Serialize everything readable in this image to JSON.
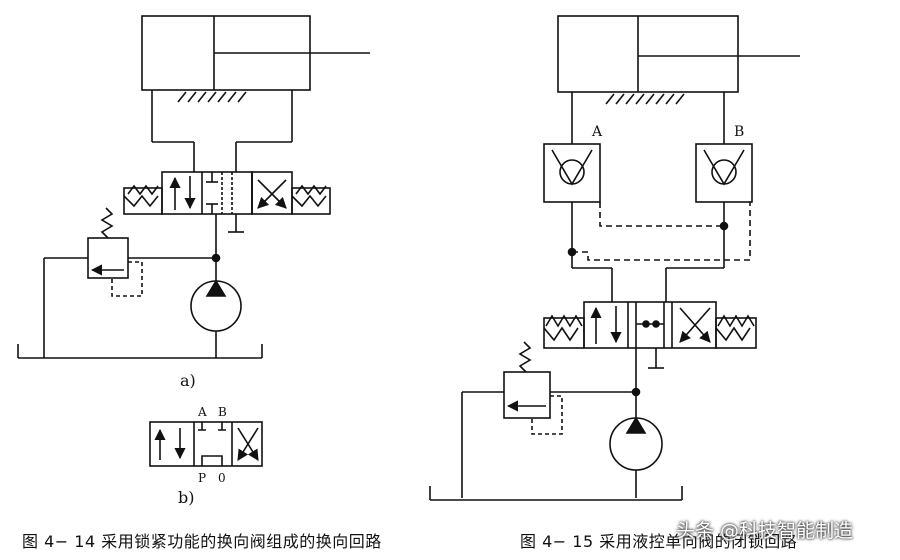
{
  "labels": {
    "sub_a": "a)",
    "sub_b": "b)",
    "port_a_small": "A",
    "port_b_small": "B",
    "port_p": "P",
    "port_o": "0",
    "port_a_big": "A",
    "port_b_big": "B"
  },
  "captions": {
    "fig14": "图 4− 14   采用锁紧功能的换向阀组成的换向回路",
    "fig15": "图 4− 15   采用液控单向阀的闭锁回路"
  },
  "watermark": "头条 @科技智能制造"
}
